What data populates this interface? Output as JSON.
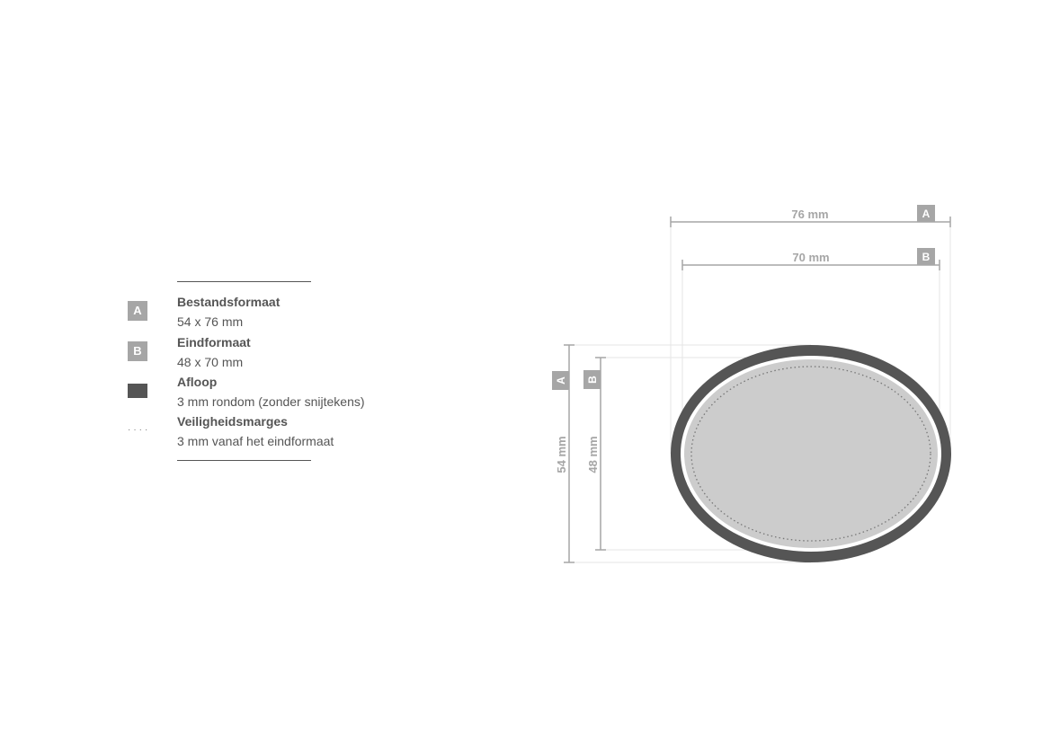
{
  "legend": {
    "items": [
      {
        "marker": "A",
        "title": "Bestandsformaat",
        "value": "54 x 76 mm"
      },
      {
        "marker": "B",
        "title": "Eindformaat",
        "value": "48 x 70 mm"
      },
      {
        "title": "Afloop",
        "value": "3 mm rondom (zonder snijtekens)"
      },
      {
        "title": "Veiligheidsmarges",
        "value": "3 mm vanaf het eindformaat"
      }
    ]
  },
  "diagram": {
    "width_a": "76 mm",
    "width_b": "70 mm",
    "height_a": "54 mm",
    "height_b": "48 mm",
    "tag_a": "A",
    "tag_b": "B",
    "colors": {
      "bleed": "#555555",
      "trim_fill": "#cccccc",
      "dimension": "#a6a6a6"
    }
  }
}
